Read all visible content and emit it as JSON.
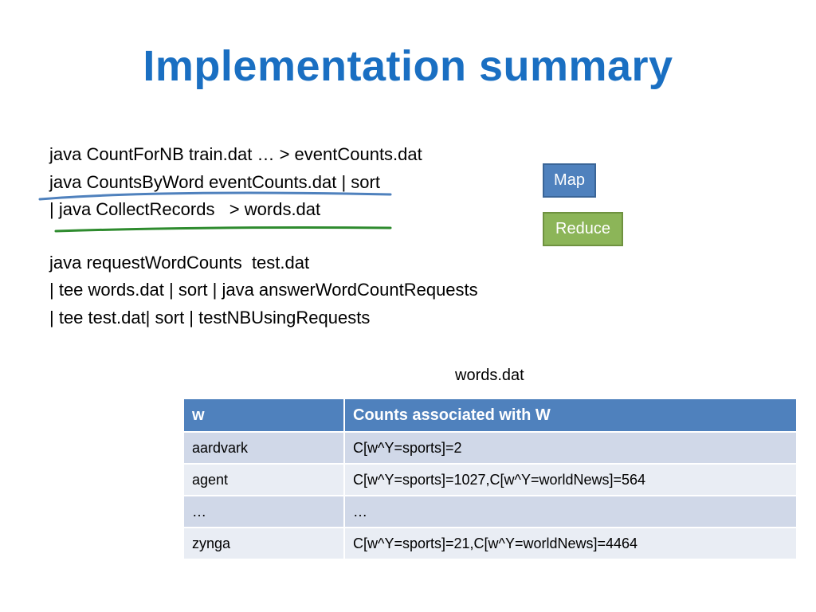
{
  "title": "Implementation summary",
  "code_lines": [
    "java CountForNB train.dat … > eventCounts.dat",
    "java CountsByWord eventCounts.dat | sort",
    "| java CollectRecords   > words.dat",
    "java requestWordCounts  test.dat",
    "| tee words.dat | sort | java answerWordCountRequests",
    "| tee test.dat| sort | testNBUsingRequests"
  ],
  "legend": {
    "map_label": "Map",
    "reduce_label": "Reduce",
    "map_color": "#4f81bd",
    "reduce_color": "#8cb558"
  },
  "table": {
    "caption": "words.dat",
    "headers": [
      "w",
      "Counts associated with W"
    ],
    "rows": [
      [
        "aardvark",
        "C[w^Y=sports]=2"
      ],
      [
        "agent",
        "C[w^Y=sports]=1027,C[w^Y=worldNews]=564"
      ],
      [
        "…",
        "…"
      ],
      [
        "zynga",
        "C[w^Y=sports]=21,C[w^Y=worldNews]=4464"
      ]
    ],
    "header_color": "#4f81bd"
  },
  "colors": {
    "title": "#1a6fc2",
    "underline_map": "#4f81bd",
    "underline_reduce": "#2e8b2e"
  }
}
